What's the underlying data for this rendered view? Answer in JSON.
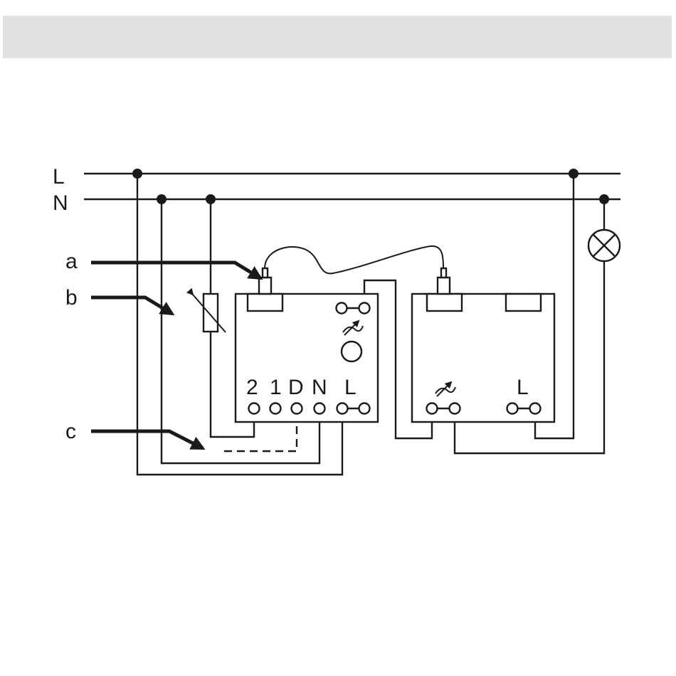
{
  "lines": {
    "live": "L",
    "neutral": "N"
  },
  "callouts": {
    "a": "a",
    "b": "b",
    "c": "c"
  },
  "dimmer_unit": {
    "terminals": {
      "t2": "2",
      "t1": "1",
      "d": "D",
      "n": "N",
      "l": "L"
    },
    "dim_symbol_icon": "dimmer-symbol-icon"
  },
  "extension_unit": {
    "terminals": {
      "l": "L"
    },
    "dim_symbol_icon": "dimmer-symbol-icon"
  },
  "load_icon": "lamp-icon",
  "colors": {
    "ink": "#1a1a1a",
    "header": "#e2e2e2",
    "background": "#ffffff"
  }
}
